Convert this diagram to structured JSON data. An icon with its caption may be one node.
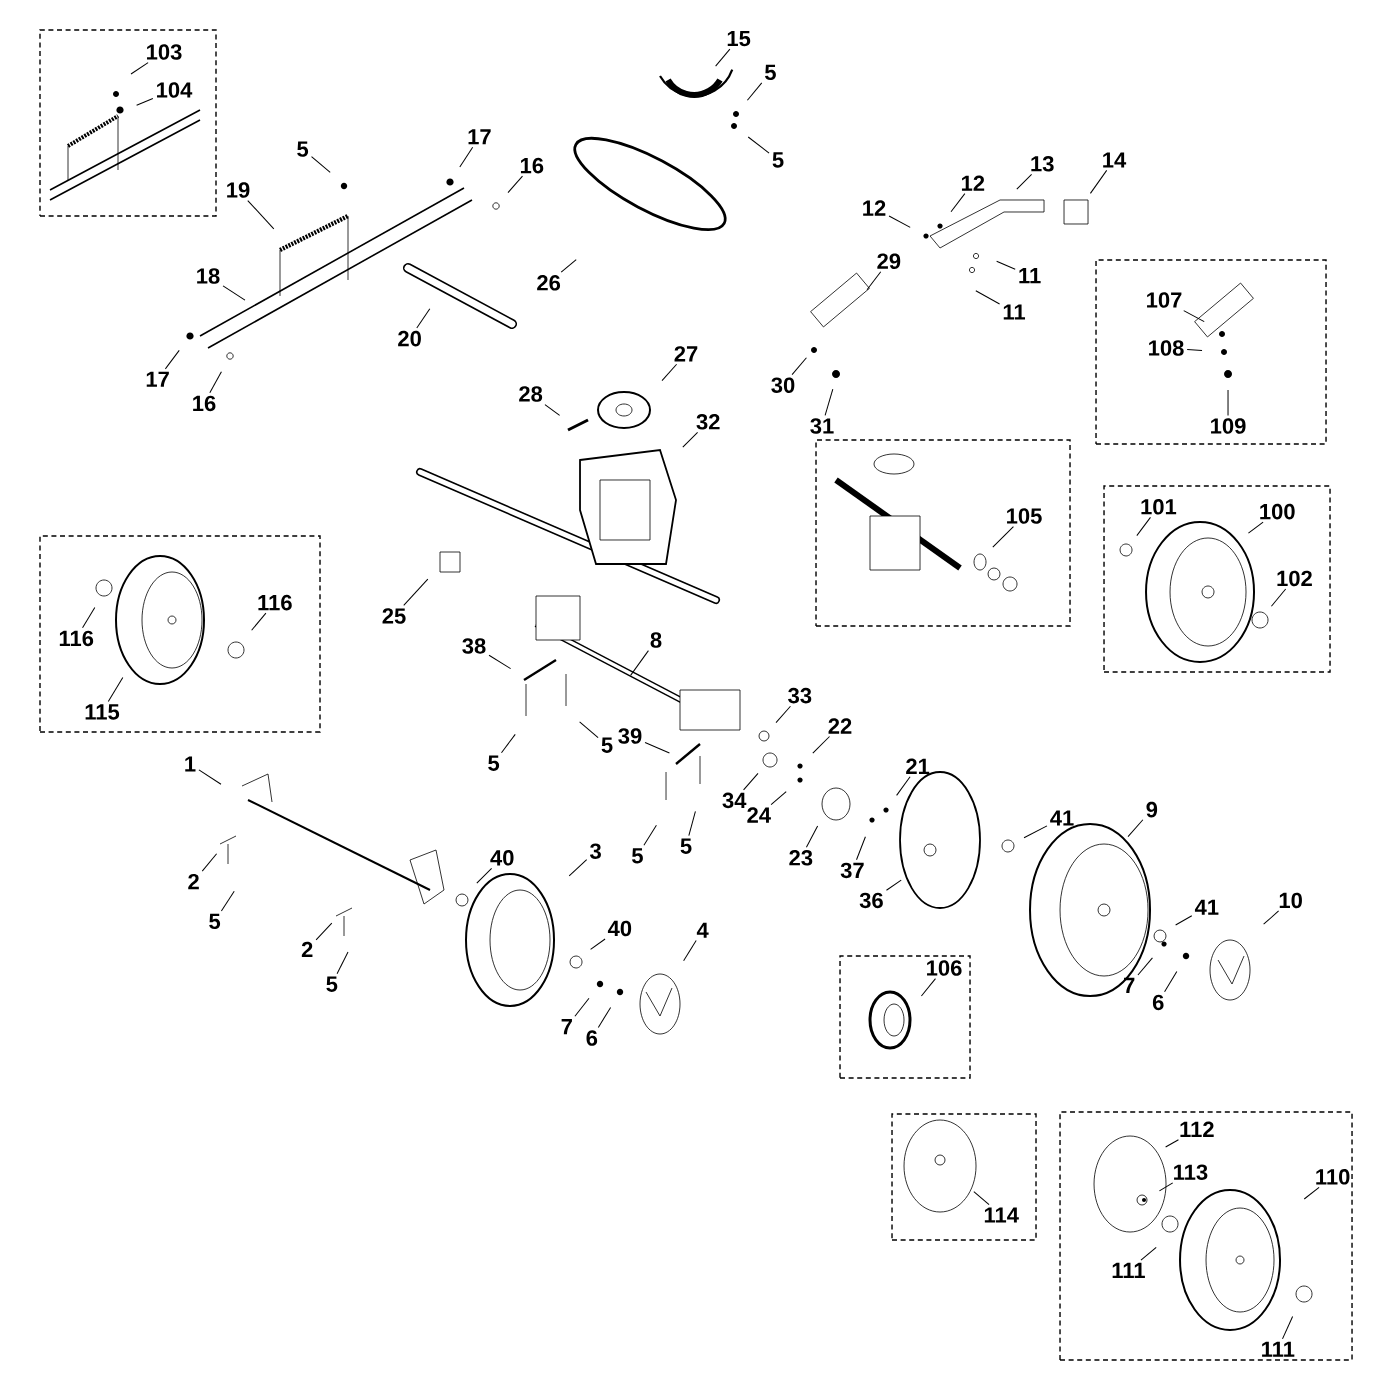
{
  "diagram": {
    "nodes": [
      {
        "text": [],
        "shape": "box"
      },
      {
        "text": [
          "103"
        ],
        "in": 0
      },
      {
        "text": [
          "104"
        ],
        "in": 0
      },
      {
        "text": [
          "15"
        ]
      },
      {
        "text": [
          "5"
        ]
      },
      {
        "text": [
          "17"
        ]
      },
      {
        "text": [
          "5"
        ]
      },
      {
        "text": [
          "13"
        ]
      },
      {
        "text": [
          "14"
        ]
      },
      {
        "text": [
          "5"
        ]
      },
      {
        "text": [
          "16"
        ]
      },
      {
        "text": [
          "12"
        ]
      },
      {
        "text": [
          "19"
        ]
      },
      {
        "text": [
          "12"
        ]
      },
      {
        "text": [
          "29"
        ]
      },
      {
        "text": [
          "18"
        ]
      },
      {
        "text": [
          "11"
        ]
      },
      {
        "text": [
          "26"
        ]
      },
      {
        "text": [],
        "shape": "box"
      },
      {
        "text": [
          "107"
        ],
        "in": 18
      },
      {
        "text": [
          "108"
        ],
        "in": 18
      },
      {
        "text": [
          "109"
        ],
        "in": 18
      },
      {
        "text": [
          "11"
        ]
      },
      {
        "text": [
          "20"
        ]
      },
      {
        "text": [
          "27"
        ]
      },
      {
        "text": [
          "30"
        ]
      },
      {
        "text": [
          "17"
        ]
      },
      {
        "text": [
          "16"
        ]
      },
      {
        "text": [
          "28"
        ]
      },
      {
        "text": [
          "31"
        ]
      },
      {
        "text": [
          "32"
        ]
      },
      {
        "text": [],
        "shape": "box"
      },
      {
        "text": [
          "105"
        ],
        "in": 31
      },
      {
        "text": [],
        "shape": "box"
      },
      {
        "text": [
          "101"
        ],
        "in": 33
      },
      {
        "text": [
          "100"
        ],
        "in": 33
      },
      {
        "text": [
          "102"
        ],
        "in": 33
      },
      {
        "text": [],
        "shape": "box"
      },
      {
        "text": [
          "116"
        ],
        "in": 37
      },
      {
        "text": [
          "116"
        ],
        "in": 37
      },
      {
        "text": [
          "115"
        ],
        "in": 37
      },
      {
        "text": [
          "25"
        ]
      },
      {
        "text": [
          "38"
        ]
      },
      {
        "text": [
          "8"
        ]
      },
      {
        "text": [
          "33"
        ]
      },
      {
        "text": [
          "22"
        ]
      },
      {
        "text": [
          "39"
        ]
      },
      {
        "text": [
          "5"
        ]
      },
      {
        "text": [
          "5"
        ]
      },
      {
        "text": [
          "1"
        ]
      },
      {
        "text": [
          "21"
        ]
      },
      {
        "text": [
          "34"
        ]
      },
      {
        "text": [
          "24"
        ]
      },
      {
        "text": [
          "5"
        ]
      },
      {
        "text": [
          "41"
        ]
      },
      {
        "text": [
          "9"
        ]
      },
      {
        "text": [
          "5"
        ]
      },
      {
        "text": [
          "23"
        ]
      },
      {
        "text": [
          "37"
        ]
      },
      {
        "text": [
          "3"
        ]
      },
      {
        "text": [
          "40"
        ]
      },
      {
        "text": [
          "2"
        ]
      },
      {
        "text": [
          "36"
        ]
      },
      {
        "text": [
          "41"
        ]
      },
      {
        "text": [
          "10"
        ]
      },
      {
        "text": [
          "5"
        ]
      },
      {
        "text": [
          "2"
        ]
      },
      {
        "text": [
          "40"
        ]
      },
      {
        "text": [
          "4"
        ]
      },
      {
        "text": [
          "5"
        ]
      },
      {
        "text": [],
        "shape": "box"
      },
      {
        "text": [
          "106"
        ],
        "in": 70
      },
      {
        "text": [
          "7"
        ]
      },
      {
        "text": [
          "6"
        ]
      },
      {
        "text": [
          "7"
        ]
      },
      {
        "text": [
          "6"
        ]
      },
      {
        "text": [],
        "shape": "box"
      },
      {
        "text": [
          "114"
        ],
        "in": 76
      },
      {
        "text": [],
        "shape": "box"
      },
      {
        "text": [
          "112"
        ],
        "in": 78
      },
      {
        "text": [
          "113"
        ],
        "in": 78
      },
      {
        "text": [
          "110"
        ],
        "in": 78
      },
      {
        "text": [
          "111"
        ],
        "in": 78
      },
      {
        "text": [
          "111"
        ],
        "in": 78
      }
    ],
    "edges": [
      {
        "from": 1,
        "to": null,
        "arrow": "none"
      },
      {
        "from": 2,
        "to": null,
        "arrow": "none"
      },
      {
        "from": 3,
        "to": null,
        "arrow": "none"
      },
      {
        "from": 4,
        "to": null,
        "arrow": "none"
      },
      {
        "from": 5,
        "to": null,
        "arrow": "none"
      },
      {
        "from": 6,
        "to": null,
        "arrow": "none"
      },
      {
        "from": 7,
        "to": null,
        "arrow": "none"
      },
      {
        "from": 8,
        "to": null,
        "arrow": "none"
      },
      {
        "from": 9,
        "to": null,
        "arrow": "none"
      },
      {
        "from": 10,
        "to": null,
        "arrow": "none"
      },
      {
        "from": 11,
        "to": null,
        "arrow": "none"
      },
      {
        "from": 12,
        "to": null,
        "arrow": "none"
      },
      {
        "from": 13,
        "to": null,
        "arrow": "none"
      },
      {
        "from": 14,
        "to": null,
        "arrow": "none"
      },
      {
        "from": 15,
        "to": null,
        "arrow": "none"
      },
      {
        "from": 16,
        "to": null,
        "arrow": "none"
      },
      {
        "from": 17,
        "to": null,
        "arrow": "none"
      },
      {
        "from": 19,
        "to": null,
        "arrow": "none"
      },
      {
        "from": 20,
        "to": null,
        "arrow": "none"
      },
      {
        "from": 21,
        "to": null,
        "arrow": "none"
      },
      {
        "from": 22,
        "to": null,
        "arrow": "none"
      },
      {
        "from": 23,
        "to": null,
        "arrow": "none"
      },
      {
        "from": 24,
        "to": null,
        "arrow": "none"
      },
      {
        "from": 25,
        "to": null,
        "arrow": "none"
      },
      {
        "from": 26,
        "to": null,
        "arrow": "none"
      },
      {
        "from": 27,
        "to": null,
        "arrow": "none"
      },
      {
        "from": 28,
        "to": null,
        "arrow": "none"
      },
      {
        "from": 29,
        "to": null,
        "arrow": "none"
      },
      {
        "from": 30,
        "to": null,
        "arrow": "none"
      },
      {
        "from": 32,
        "to": null,
        "arrow": "none"
      },
      {
        "from": 34,
        "to": null,
        "arrow": "none"
      },
      {
        "from": 35,
        "to": null,
        "arrow": "none"
      },
      {
        "from": 36,
        "to": null,
        "arrow": "none"
      },
      {
        "from": 38,
        "to": null,
        "arrow": "none"
      },
      {
        "from": 39,
        "to": null,
        "arrow": "none"
      },
      {
        "from": 40,
        "to": null,
        "arrow": "none"
      },
      {
        "from": 41,
        "to": null,
        "arrow": "none"
      },
      {
        "from": 42,
        "to": null,
        "arrow": "none"
      },
      {
        "from": 43,
        "to": null,
        "arrow": "none"
      },
      {
        "from": 44,
        "to": null,
        "arrow": "none"
      },
      {
        "from": 45,
        "to": null,
        "arrow": "none"
      },
      {
        "from": 46,
        "to": null,
        "arrow": "none"
      },
      {
        "from": 47,
        "to": null,
        "arrow": "none"
      },
      {
        "from": 48,
        "to": null,
        "arrow": "none"
      },
      {
        "from": 49,
        "to": null,
        "arrow": "none"
      },
      {
        "from": 50,
        "to": null,
        "arrow": "none"
      },
      {
        "from": 51,
        "to": null,
        "arrow": "none"
      },
      {
        "from": 52,
        "to": null,
        "arrow": "none"
      },
      {
        "from": 53,
        "to": null,
        "arrow": "none"
      },
      {
        "from": 54,
        "to": null,
        "arrow": "none"
      },
      {
        "from": 55,
        "to": null,
        "arrow": "none"
      },
      {
        "from": 56,
        "to": null,
        "arrow": "none"
      },
      {
        "from": 57,
        "to": null,
        "arrow": "none"
      },
      {
        "from": 58,
        "to": null,
        "arrow": "none"
      },
      {
        "from": 59,
        "to": null,
        "arrow": "none"
      },
      {
        "from": 60,
        "to": null,
        "arrow": "none"
      },
      {
        "from": 61,
        "to": null,
        "arrow": "none"
      },
      {
        "from": 62,
        "to": null,
        "arrow": "none"
      },
      {
        "from": 63,
        "to": null,
        "arrow": "none"
      },
      {
        "from": 64,
        "to": null,
        "arrow": "none"
      },
      {
        "from": 65,
        "to": null,
        "arrow": "none"
      },
      {
        "from": 66,
        "to": null,
        "arrow": "none"
      },
      {
        "from": 67,
        "to": null,
        "arrow": "none"
      },
      {
        "from": 68,
        "to": null,
        "arrow": "none"
      },
      {
        "from": 69,
        "to": null,
        "arrow": "none"
      },
      {
        "from": 71,
        "to": null,
        "arrow": "none"
      },
      {
        "from": 72,
        "to": null,
        "arrow": "none"
      },
      {
        "from": 73,
        "to": null,
        "arrow": "none"
      },
      {
        "from": 74,
        "to": null,
        "arrow": "none"
      },
      {
        "from": 75,
        "to": null,
        "arrow": "none"
      },
      {
        "from": 77,
        "to": null,
        "arrow": "none"
      },
      {
        "from": 79,
        "to": null,
        "arrow": "none"
      },
      {
        "from": 80,
        "to": null,
        "arrow": "none"
      },
      {
        "from": 81,
        "to": null,
        "arrow": "none"
      },
      {
        "from": 82,
        "to": null,
        "arrow": "none"
      },
      {
        "from": 83,
        "to": null,
        "arrow": "none"
      }
    ]
  }
}
